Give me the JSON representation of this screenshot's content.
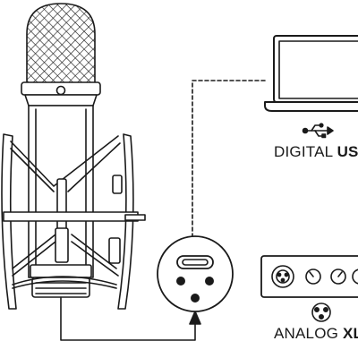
{
  "labels": {
    "digital_prefix": "DIGITAL ",
    "digital_bold": "USB",
    "analog_prefix": "ANALOG ",
    "analog_bold": "XLR"
  },
  "icons": {
    "microphone": "studio-condenser-microphone",
    "laptop": "laptop-computer",
    "usb": "usb-symbol",
    "xlr_connector": "xlr-usb-combo-connector",
    "interface": "audio-interface",
    "xlr": "xlr-pins"
  },
  "colors": {
    "line": "#1a1a1a",
    "fill": "#ffffff",
    "shade": "#e8e8e8"
  }
}
